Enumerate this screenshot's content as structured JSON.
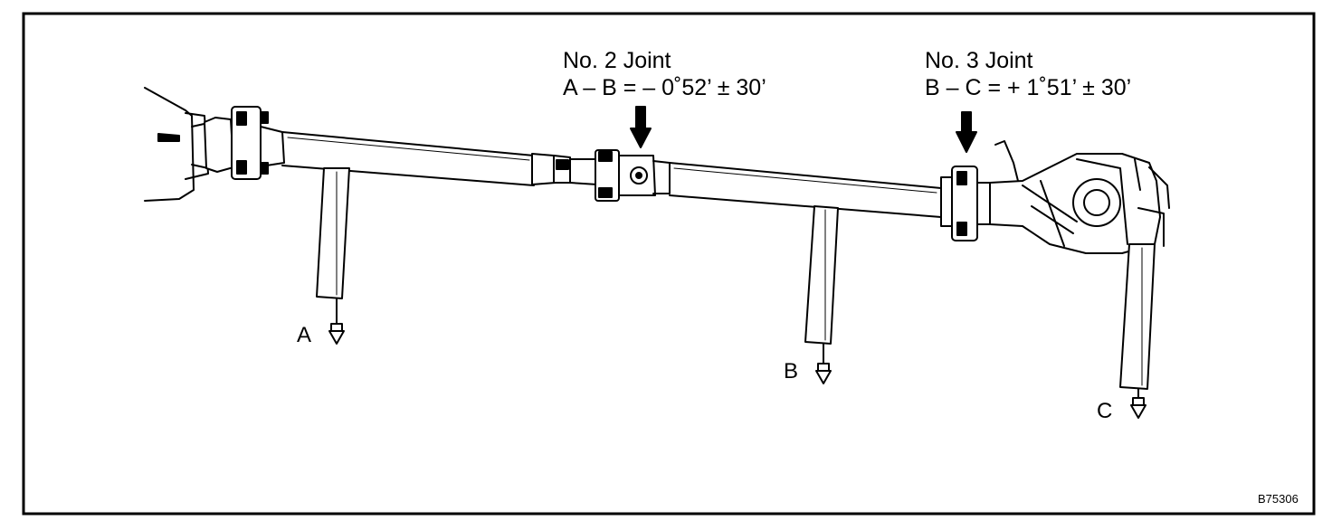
{
  "joints": [
    {
      "title": "No. 2 Joint",
      "formula": "A – B = – 0˚52’ ± 30’"
    },
    {
      "title": "No. 3 Joint",
      "formula": "B – C = + 1˚51’ ± 30’"
    }
  ],
  "gauges": [
    {
      "label": "A"
    },
    {
      "label": "B"
    },
    {
      "label": "C"
    }
  ],
  "figure_code": "B75306"
}
